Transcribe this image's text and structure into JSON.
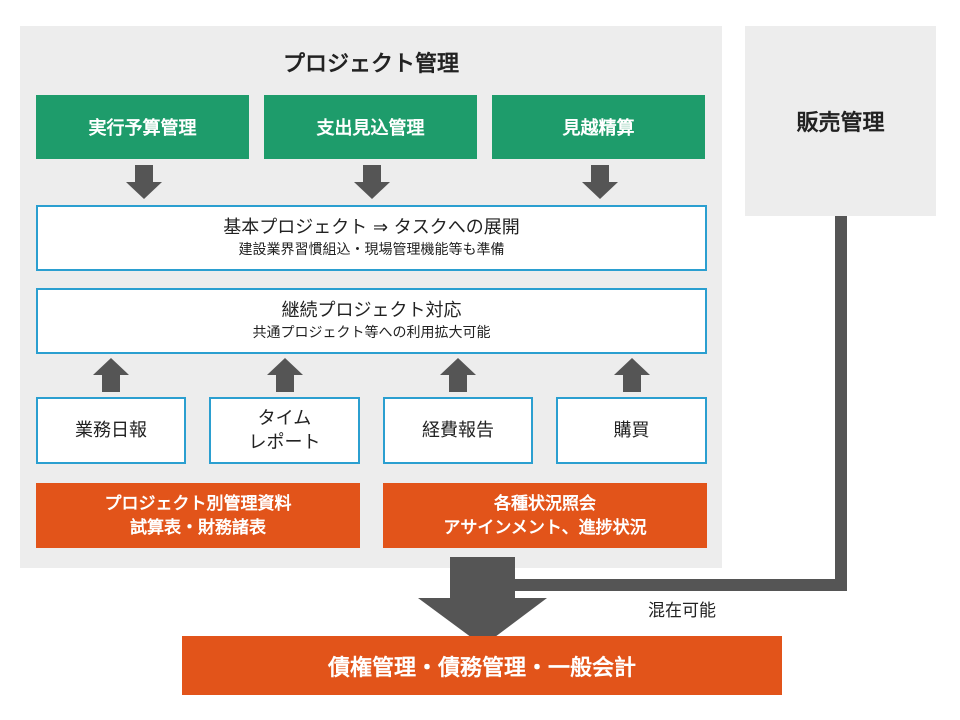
{
  "project_mgmt": {
    "title": "プロジェクト管理",
    "top_boxes": [
      "実行予算管理",
      "支出見込管理",
      "見越精算"
    ],
    "basic_project": {
      "line1": "基本プロジェクト ⇒ タスクへの展開",
      "line2": "建設業界習慣組込・現場管理機能等も準備"
    },
    "continuing_project": {
      "line1": "継続プロジェクト対応",
      "line2": "共通プロジェクト等への利用拡大可能"
    },
    "source_boxes": [
      {
        "line1": "業務日報",
        "line2": ""
      },
      {
        "line1": "タイム",
        "line2": "レポート"
      },
      {
        "line1": "経費報告",
        "line2": ""
      },
      {
        "line1": "購買",
        "line2": ""
      }
    ],
    "outputs": [
      {
        "line1": "プロジェクト別管理資料",
        "line2": "試算表・財務諸表"
      },
      {
        "line1": "各種状況照会",
        "line2": "アサインメント、進捗状況"
      }
    ]
  },
  "sales": {
    "title": "販売管理"
  },
  "mix_note": "混在可能",
  "bottom_bar": {
    "label": "債権管理・債務管理・一般会計"
  },
  "colors": {
    "green": "#1e9c6b",
    "orange": "#e2541a",
    "blue_border": "#2b9fd0",
    "panel_gray": "#ededed",
    "arrow_gray": "#555555"
  }
}
